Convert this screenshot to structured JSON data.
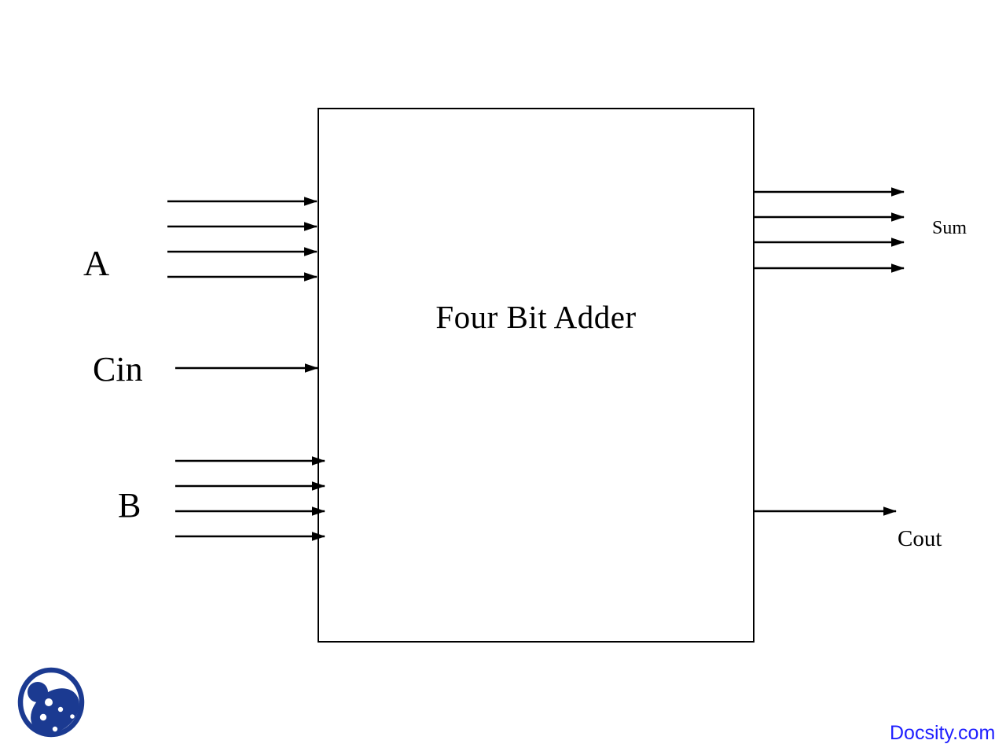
{
  "diagram": {
    "title": "Four Bit Adder",
    "inputs": [
      {
        "label": "A",
        "bits": 4
      },
      {
        "label": "Cin",
        "bits": 1
      },
      {
        "label": "B",
        "bits": 4
      }
    ],
    "outputs": [
      {
        "label": "Sum",
        "bits": 4
      },
      {
        "label": "Cout",
        "bits": 1
      }
    ]
  },
  "branding": {
    "site_label": "Docsity.com",
    "link_color": "#1f1fff",
    "logo_color": "#1b3a91"
  }
}
